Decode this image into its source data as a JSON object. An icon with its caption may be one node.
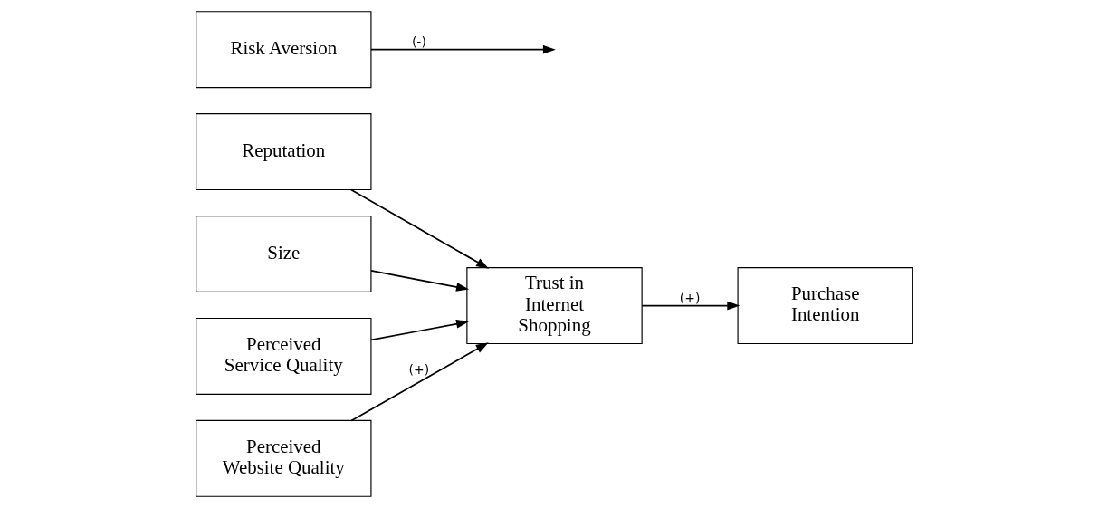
{
  "diagram": {
    "nodes": [
      {
        "text": [
          "Reputation"
        ]
      },
      {
        "text": [
          "Size"
        ]
      },
      {
        "text": [
          "Perceived Service Quality"
        ]
      },
      {
        "text": [
          "Perceived Website Quality"
        ]
      },
      {
        "text": [
          "Trust in Internet Shopping"
        ]
      },
      {
        "text": [
          "Risk Aversion"
        ]
      },
      {
        "text": [
          "Purchase Intention"
        ]
      }
    ],
    "edges": [
      {
        "from": 0,
        "to": 4,
        "arrow": "to"
      },
      {
        "from": 1,
        "to": 4,
        "arrow": "to"
      },
      {
        "from": 2,
        "to": 4,
        "arrow": "to"
      },
      {
        "from": 3,
        "to": 4,
        "arrow": "to",
        "label": "(+)"
      },
      {
        "from": 4,
        "to": 6,
        "arrow": "to",
        "label": "(+)"
      },
      {
        "from": 5,
        "to": null,
        "arrow": "to",
        "label": "(-)"
      }
    ]
  }
}
